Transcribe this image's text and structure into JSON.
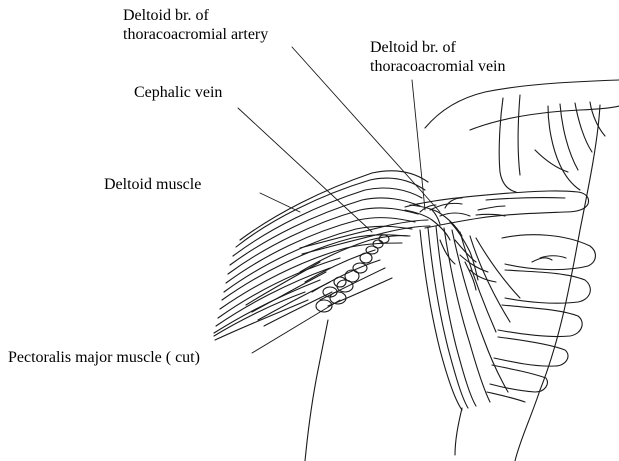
{
  "figure": {
    "line_color": "#1a1a1a",
    "background": "#ffffff",
    "labels": {
      "artery": {
        "line1": "Deltoid br. of",
        "line2": "thoracoacromial artery"
      },
      "vein": {
        "line1": "Deltoid br. of",
        "line2": "thoracoacromial vein"
      },
      "cephalic": "Cephalic vein",
      "deltoid": "Deltoid muscle",
      "pectoralis": "Pectoralis major muscle ( cut)"
    }
  }
}
